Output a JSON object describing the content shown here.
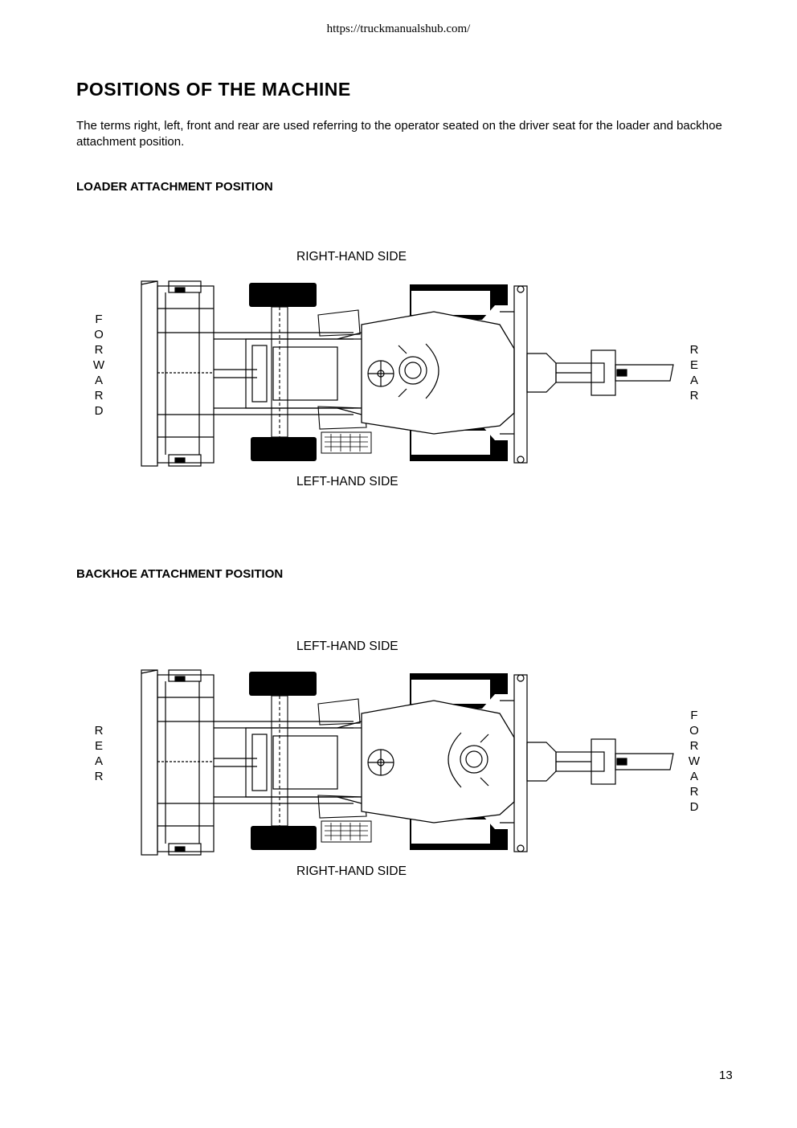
{
  "site_url": "https://truckmanualshub.com/",
  "title": "POSITIONS OF THE MACHINE",
  "intro": "The terms right, left, front and rear are used referring to the operator seated on the driver seat for the loader and backhoe attachment position.",
  "sections": [
    {
      "heading": "LOADER ATTACHMENT POSITION",
      "top_label": "RIGHT-HAND SIDE",
      "bottom_label": "LEFT-HAND SIDE",
      "left_label": "FORWARD",
      "right_label": "REAR"
    },
    {
      "heading": "BACKHOE ATTACHMENT POSITION",
      "top_label": "LEFT-HAND SIDE",
      "bottom_label": "RIGHT-HAND SIDE",
      "left_label": "REAR",
      "right_label": "FORWARD"
    }
  ],
  "page_number": "13"
}
